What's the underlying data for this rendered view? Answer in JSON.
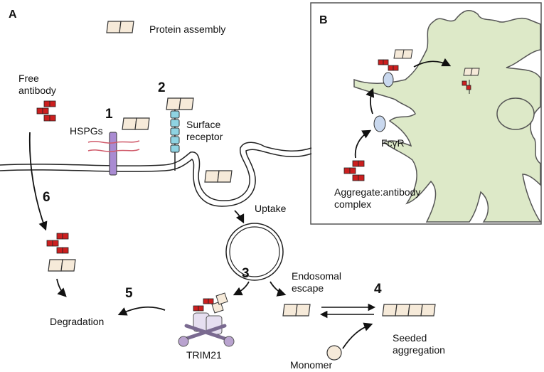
{
  "panels": {
    "a": "A",
    "b": "B"
  },
  "legend": {
    "protein_assembly": "Protein assembly"
  },
  "steps": {
    "s1": "1",
    "s2": "2",
    "s3": "3",
    "s4": "4",
    "s5": "5",
    "s6": "6"
  },
  "labels": {
    "free_antibody_line1": "Free",
    "free_antibody_line2": "antibody",
    "hspgs": "HSPGs",
    "surface_receptor_line1": "Surface",
    "surface_receptor_line2": "receptor",
    "uptake": "Uptake",
    "endosomal_escape_line1": "Endosomal",
    "endosomal_escape_line2": "escape",
    "degradation": "Degradation",
    "trim21": "TRIM21",
    "seeded_aggregation_line1": "Seeded",
    "seeded_aggregation_line2": "aggregation",
    "monomer": "Monomer",
    "fcgr": "FcγR",
    "aggregate_complex_line1": "Aggregate:antibody",
    "aggregate_complex_line2": "complex"
  },
  "colors": {
    "protein_fill": "#f6ead9",
    "antibody_red": "#cc1f1f",
    "hspg_purple": "#a98bd2",
    "receptor_blue": "#8fd3e2",
    "neuron_fill": "#dde9c8",
    "fcgr_blue": "#c9d8ee",
    "trim_purple": "#b9a3cf",
    "trim_light": "#e6dff0"
  }
}
